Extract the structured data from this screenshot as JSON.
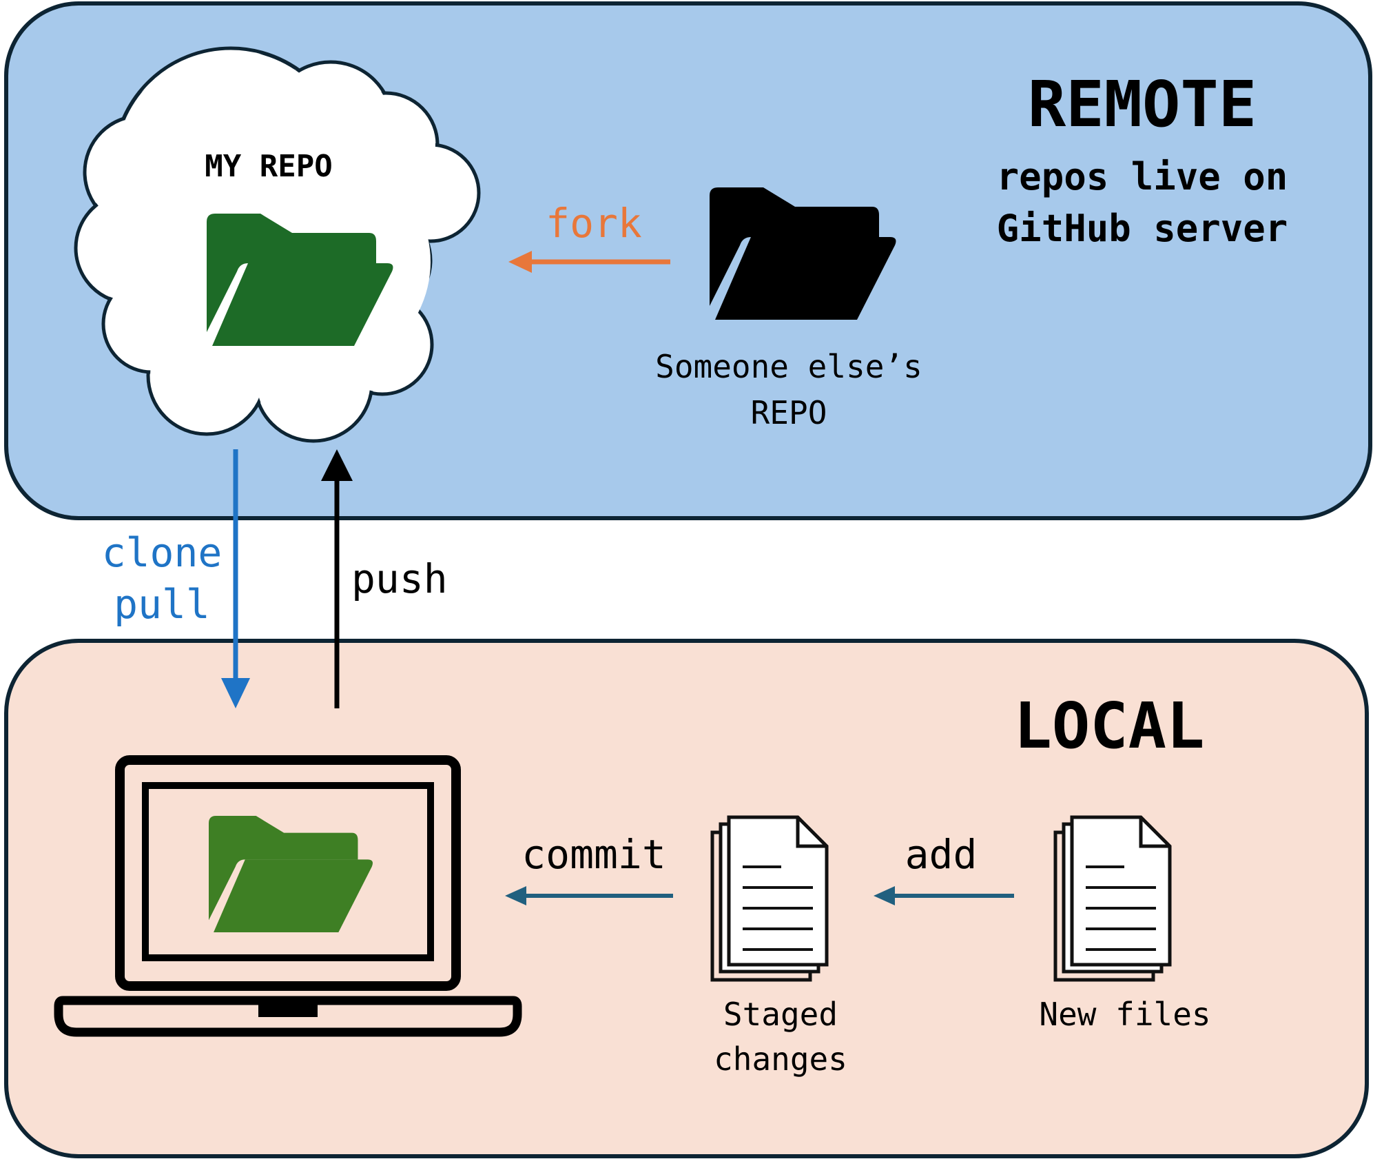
{
  "remote": {
    "title": "REMOTE",
    "subtitle_line1": "repos live on",
    "subtitle_line2": "GitHub server",
    "background_color": "#a7c9eb",
    "my_repo": {
      "label": "MY REPO",
      "icon": "folder-open-icon",
      "color": "#1d6b27"
    },
    "other_repo": {
      "label_line1": "Someone else’s",
      "label_line2": "REPO",
      "icon": "folder-open-icon",
      "color": "#000000"
    }
  },
  "local": {
    "title": "LOCAL",
    "background_color": "#f9e0d4",
    "laptop": {
      "icon": "laptop-icon",
      "folder_icon": "folder-open-icon",
      "folder_color": "#3e7f24"
    },
    "staged": {
      "label_line1": "Staged",
      "label_line2": "changes",
      "icon": "documents-icon"
    },
    "new_files": {
      "label": "New files",
      "icon": "documents-icon"
    }
  },
  "arrows": {
    "fork": {
      "label": "fork",
      "color": "#e8773a"
    },
    "clone": {
      "label": "clone",
      "color": "#1f74c6"
    },
    "pull": {
      "label": "pull",
      "color": "#1f74c6"
    },
    "push": {
      "label": "push",
      "color": "#000000"
    },
    "commit": {
      "label": "commit",
      "color": "#21607f"
    },
    "add": {
      "label": "add",
      "color": "#21607f"
    }
  }
}
